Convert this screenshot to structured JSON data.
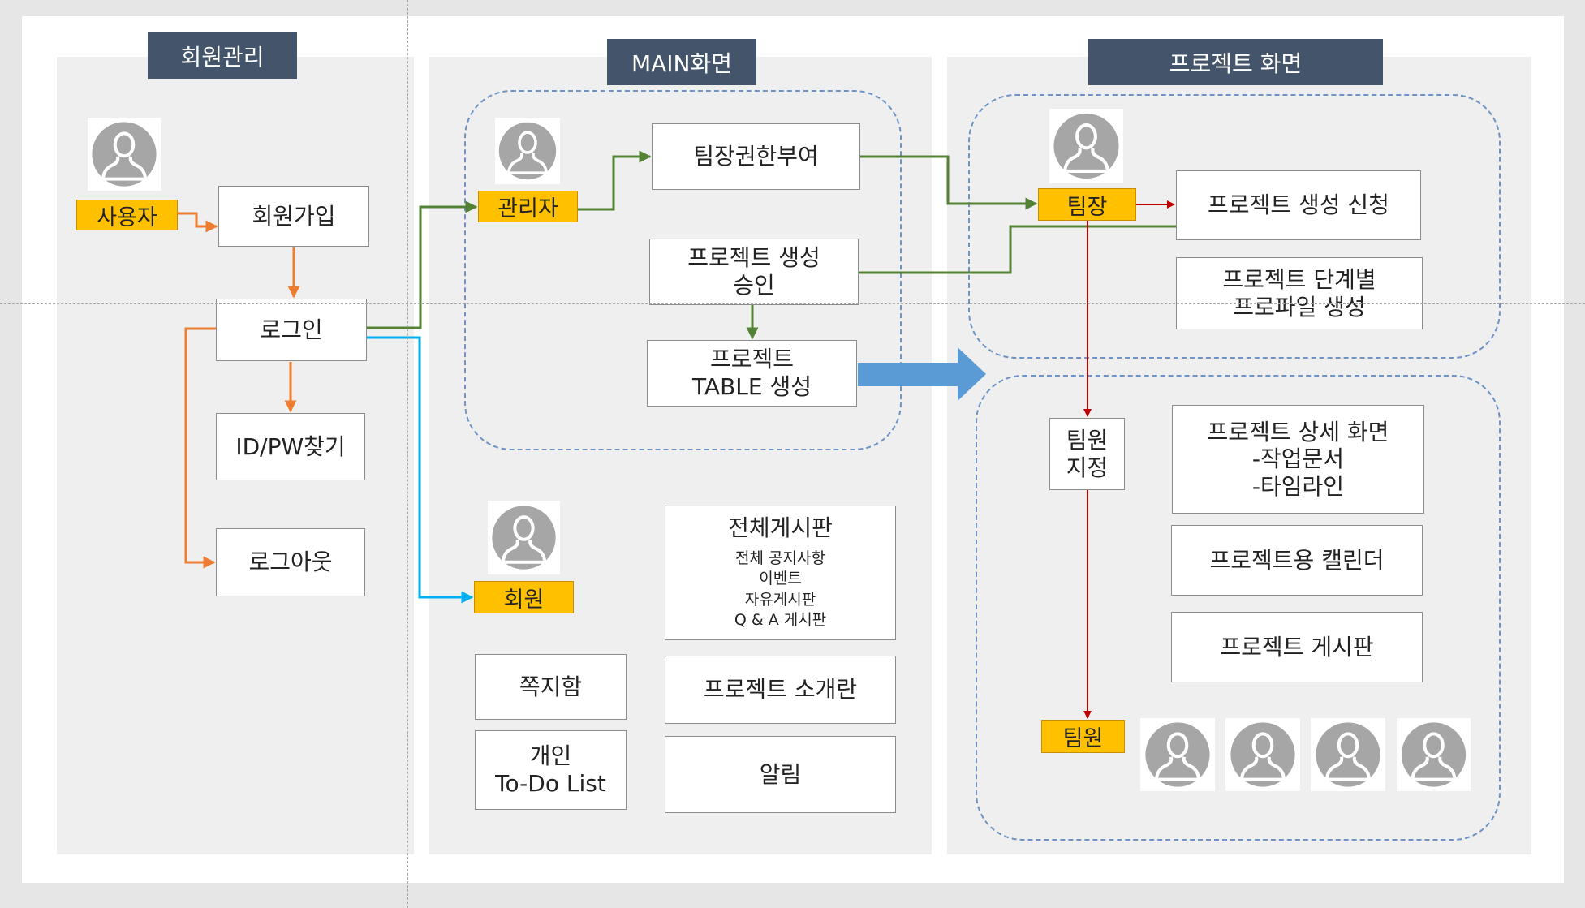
{
  "sections": {
    "member_management": "회원관리",
    "main_screen": "MAIN화면",
    "project_screen": "프로젝트 화면"
  },
  "roles": {
    "user": "사용자",
    "admin": "관리자",
    "member": "회원",
    "team_leader": "팀장",
    "team_member": "팀원"
  },
  "member_flow": {
    "signup": "회원가입",
    "login": "로그인",
    "find_id_pw": "ID/PW찾기",
    "logout": "로그아웃"
  },
  "admin_features": {
    "grant_leader": "팀장권한부여",
    "approve_project": [
      "프로젝트 생성",
      "승인"
    ],
    "create_table": [
      "프로젝트",
      "TABLE 생성"
    ]
  },
  "member_features": {
    "board_title": "전체게시판",
    "board_items": [
      "전체 공지사항",
      "이벤트",
      "자유게시판",
      "Q & A 게시판"
    ],
    "inbox": "쪽지함",
    "todo": [
      "개인",
      "To-Do List"
    ],
    "project_intro": "프로젝트 소개란",
    "notifications": "알림"
  },
  "leader_features": {
    "request_project": "프로젝트 생성 신청",
    "stage_profile": [
      "프로젝트 단계별",
      "프로파일 생성"
    ]
  },
  "team_features": {
    "assign_members": [
      "팀원",
      "지정"
    ],
    "detail_screen": [
      "프로젝트 상세 화면",
      "-작업문서",
      "-타임라인"
    ],
    "calendar": "프로젝트용 캘린더",
    "board": "프로젝트 게시판"
  },
  "icons": {
    "avatar": "person-avatar-icon"
  },
  "colors": {
    "header_bg": "#44546a",
    "role_bg": "#ffc000",
    "arrow_orange": "#ed7d31",
    "arrow_green": "#548235",
    "arrow_blue": "#00b0f0",
    "arrow_red": "#c00000",
    "big_arrow": "#5b9bd5"
  }
}
